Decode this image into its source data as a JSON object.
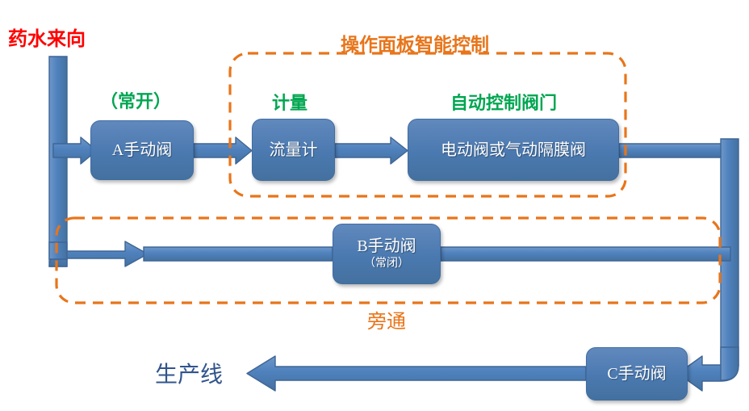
{
  "diagram": {
    "title_flow": "药水来向",
    "nodes": [
      {
        "id": "valve_a",
        "label": "A手动阀",
        "sub": "",
        "caption": "（常开）",
        "caption_color": "#00a651"
      },
      {
        "id": "flow_meter",
        "label": "流量计",
        "sub": "",
        "caption": "计量",
        "caption_color": "#00a651"
      },
      {
        "id": "auto_valve",
        "label": "电动阀或气动隔膜阀",
        "sub": "",
        "caption": "自动控制阀门",
        "caption_color": "#00a651"
      },
      {
        "id": "valve_b",
        "label": "B手动阀",
        "sub": "（常闭）",
        "caption": "",
        "caption_color": ""
      },
      {
        "id": "valve_c",
        "label": "C手动阀",
        "sub": "",
        "caption": "",
        "caption_color": ""
      }
    ],
    "groups": [
      {
        "id": "control_panel",
        "label": "操作面板智能控制",
        "color": "#e8751a"
      },
      {
        "id": "bypass",
        "label": "旁通",
        "color": "#e8751a"
      }
    ],
    "endpoints": [
      {
        "id": "production_line",
        "label": "生产线",
        "color": "#31558c"
      }
    ],
    "colors": {
      "source_label": "#ff0000",
      "pipe_fill": "#4f81bd",
      "pipe_stroke": "#3e6595",
      "box_fill": "#4e7fb8",
      "box_stroke": "#3f6da3",
      "group_dash": "#e8751a",
      "green_label": "#00a651"
    }
  }
}
